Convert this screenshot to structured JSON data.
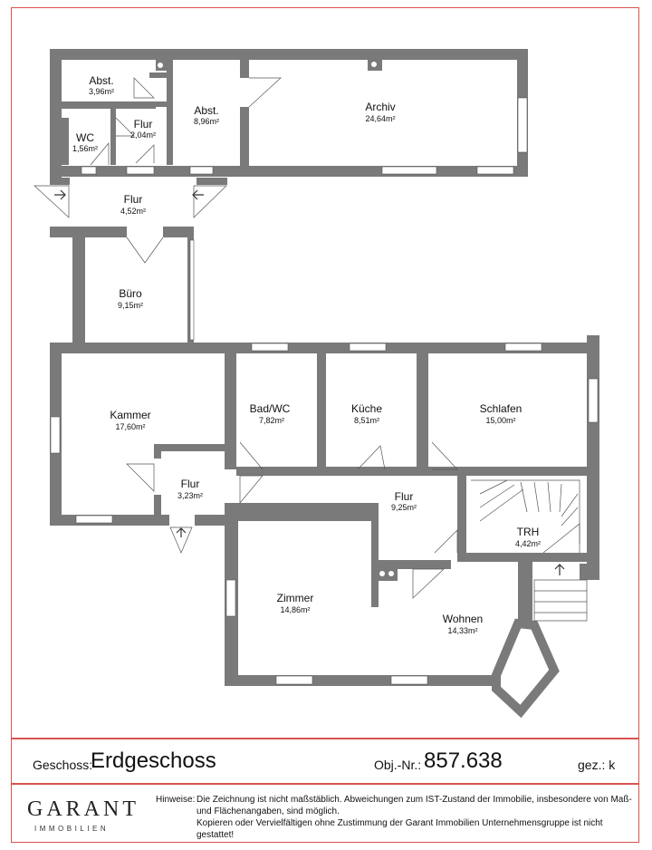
{
  "rooms": [
    {
      "name": "Abst.",
      "area": "3,96m²"
    },
    {
      "name": "WC",
      "area": "1,56m²"
    },
    {
      "name": "Flur",
      "area": "2,04m²"
    },
    {
      "name": "Abst.",
      "area": "8,96m²"
    },
    {
      "name": "Archiv",
      "area": "24,64m²"
    },
    {
      "name": "Flur",
      "area": "4,52m²"
    },
    {
      "name": "Büro",
      "area": "9,15m²"
    },
    {
      "name": "Kammer",
      "area": "17,60m²"
    },
    {
      "name": "Flur",
      "area": "3,23m²"
    },
    {
      "name": "Bad/WC",
      "area": "7,82m²"
    },
    {
      "name": "Küche",
      "area": "8,51m²"
    },
    {
      "name": "Schlafen",
      "area": "15,00m²"
    },
    {
      "name": "Flur",
      "area": "9,25m²"
    },
    {
      "name": "TRH",
      "area": "4,42m²"
    },
    {
      "name": "Zimmer",
      "area": "14,86m²"
    },
    {
      "name": "Wohnen",
      "area": "14,33m²"
    }
  ],
  "footer": {
    "geschoss_label": "Geschoss:",
    "geschoss_value": "Erdgeschoss",
    "obj_label": "Obj.-Nr.:",
    "obj_value": "857.638",
    "gez_label": "gez.: k"
  },
  "logo": {
    "name": "GARANT",
    "sub": "IMMOBILIEN"
  },
  "notes": {
    "lead": "Hinweise:",
    "line1": "Die Zeichnung ist nicht maßstäblich. Abweichungen zum IST-Zustand der Immobilie, insbesondere von Maß- und Flächenangaben, sind möglich.",
    "line2": "Kopieren oder Vervielfältigen ohne Zustimmung der Garant Immobilien Unternehmensgruppe ist nicht gestattet!"
  },
  "colors": {
    "wall": "#7a7a7a",
    "frame": "#d9534f",
    "window": "#ffffff"
  }
}
